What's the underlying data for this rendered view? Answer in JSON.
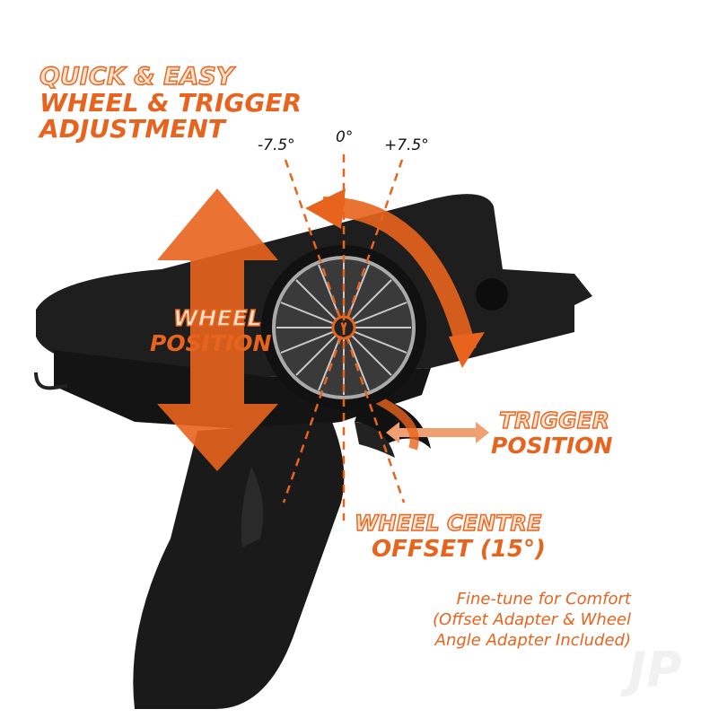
{
  "headline": {
    "line1": "QUICK & EASY",
    "line2": "WHEEL & TRIGGER",
    "line3": "ADJUSTMENT"
  },
  "angles": {
    "left": "-7.5°",
    "center": "0°",
    "right": "+7.5°"
  },
  "labels": {
    "wheel_position": {
      "outline": "WHEEL",
      "solid": "POSITION"
    },
    "trigger_position": {
      "outline": "TRIGGER",
      "solid": "POSITION"
    },
    "wheel_offset": {
      "outline": "WHEEL CENTRE",
      "solid": "OFFSET (15°)"
    }
  },
  "note": {
    "line1": "Fine-tune for Comfort",
    "line2": "(Offset Adapter & Wheel",
    "line3": "Angle Adapter Included)"
  },
  "watermark": "JP",
  "colors": {
    "accent": "#e8641e",
    "body": "#1c1c1c"
  }
}
